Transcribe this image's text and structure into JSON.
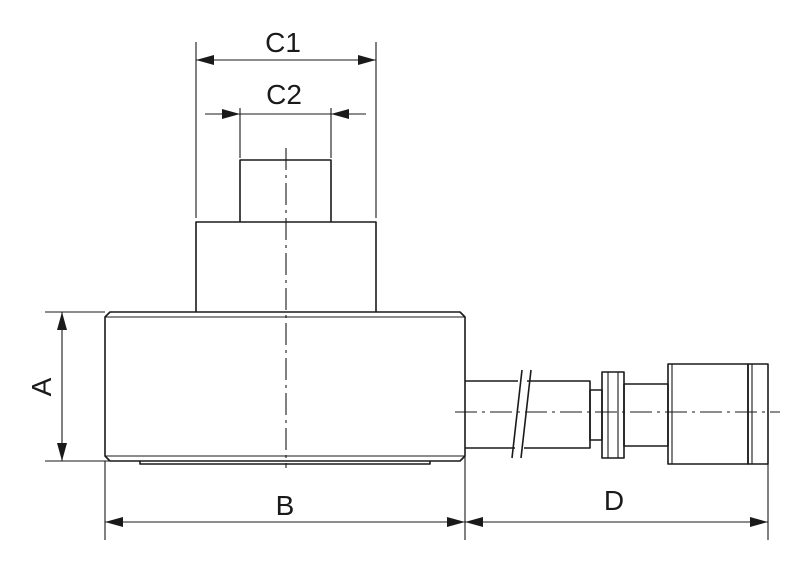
{
  "dimensions": {
    "a_label": "A",
    "b_label": "B",
    "c1_label": "C1",
    "c2_label": "C2",
    "d_label": "D"
  },
  "colors": {
    "line": "#1a1a1a",
    "background": "#ffffff"
  }
}
